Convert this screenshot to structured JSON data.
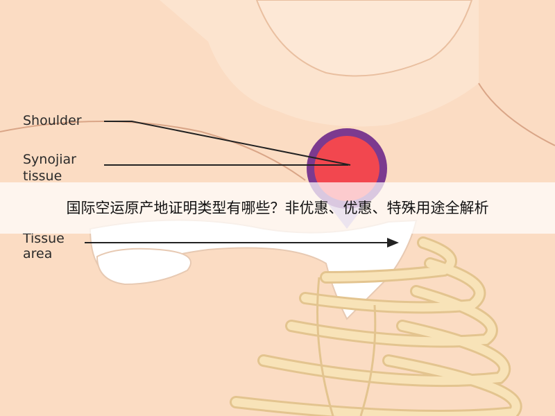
{
  "labels": {
    "shoulder": "Shoulder",
    "synovial_1": "Synojiar",
    "synovial_2": "tissue",
    "tissue_1": "Tissue",
    "tissue_2": "area"
  },
  "banner": {
    "text": "国际空运原产地证明类型有哪些？非优惠、优惠、特殊用途全解析"
  },
  "colors": {
    "skin": "#fbdcc3",
    "skin_dark": "#f6cdb0",
    "bone": "#f8e3b8",
    "bone_outline": "#e3c48f",
    "marker_fill": "#f2474f",
    "marker_ring": "#7c3a8f"
  }
}
